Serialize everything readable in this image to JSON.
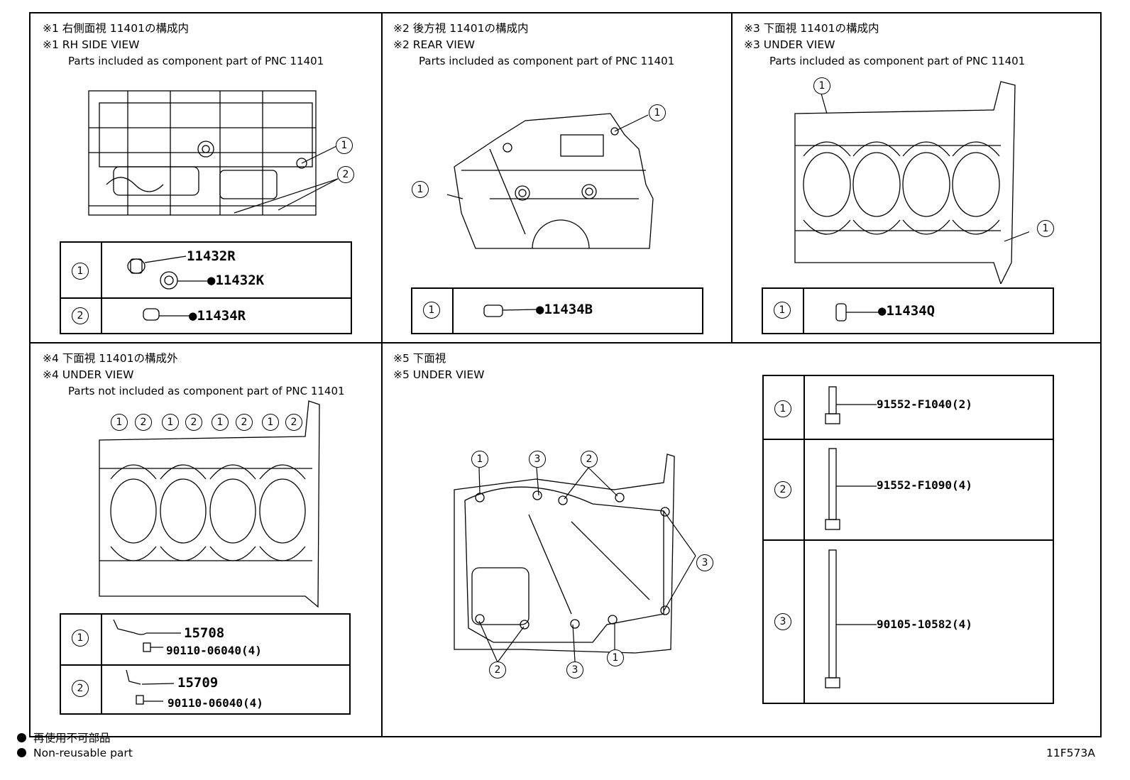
{
  "sections": {
    "s1": {
      "jp": "※1 右側面視 11401の構成内",
      "en": "※1 RH SIDE VIEW",
      "sub": "Parts included as component part of PNC 11401",
      "rows": [
        {
          "no": "1",
          "parts": [
            "11432R",
            "●11432K"
          ]
        },
        {
          "no": "2",
          "parts": [
            "●11434R"
          ]
        }
      ],
      "callouts": [
        "1",
        "2"
      ]
    },
    "s2": {
      "jp": "※2 後方視 11401の構成内",
      "en": "※2 REAR VIEW",
      "sub": "Parts included as component part of PNC 11401",
      "rows": [
        {
          "no": "1",
          "parts": [
            "●11434B"
          ]
        }
      ],
      "callouts": [
        "1",
        "1"
      ]
    },
    "s3": {
      "jp": "※3 下面視 11401の構成内",
      "en": "※3 UNDER VIEW",
      "sub": "Parts included as component part of PNC 11401",
      "rows": [
        {
          "no": "1",
          "parts": [
            "●11434Q"
          ]
        }
      ],
      "callouts": [
        "1",
        "1"
      ]
    },
    "s4": {
      "jp": "※4 下面視 11401の構成外",
      "en": "※4 UNDER VIEW",
      "sub": "Parts not included as component part of PNC 11401",
      "rows": [
        {
          "no": "1",
          "parts": [
            "15708",
            "90110-06040(4)"
          ]
        },
        {
          "no": "2",
          "parts": [
            "15709",
            "90110-06040(4)"
          ]
        }
      ],
      "callouts": [
        "1",
        "2",
        "1",
        "2",
        "1",
        "2",
        "1",
        "2"
      ]
    },
    "s5": {
      "jp": "※5 下面視",
      "en": "※5 UNDER VIEW",
      "rows": [
        {
          "no": "1",
          "parts": [
            "91552-F1040(2)"
          ]
        },
        {
          "no": "2",
          "parts": [
            "91552-F1090(4)"
          ]
        },
        {
          "no": "3",
          "parts": [
            "90105-10582(4)"
          ]
        }
      ],
      "callouts": [
        "1",
        "3",
        "2",
        "3",
        "2",
        "3",
        "1"
      ]
    }
  },
  "footer": {
    "jp": "再使用不可部品",
    "en": "Non-reusable part",
    "code": "11F573A"
  }
}
